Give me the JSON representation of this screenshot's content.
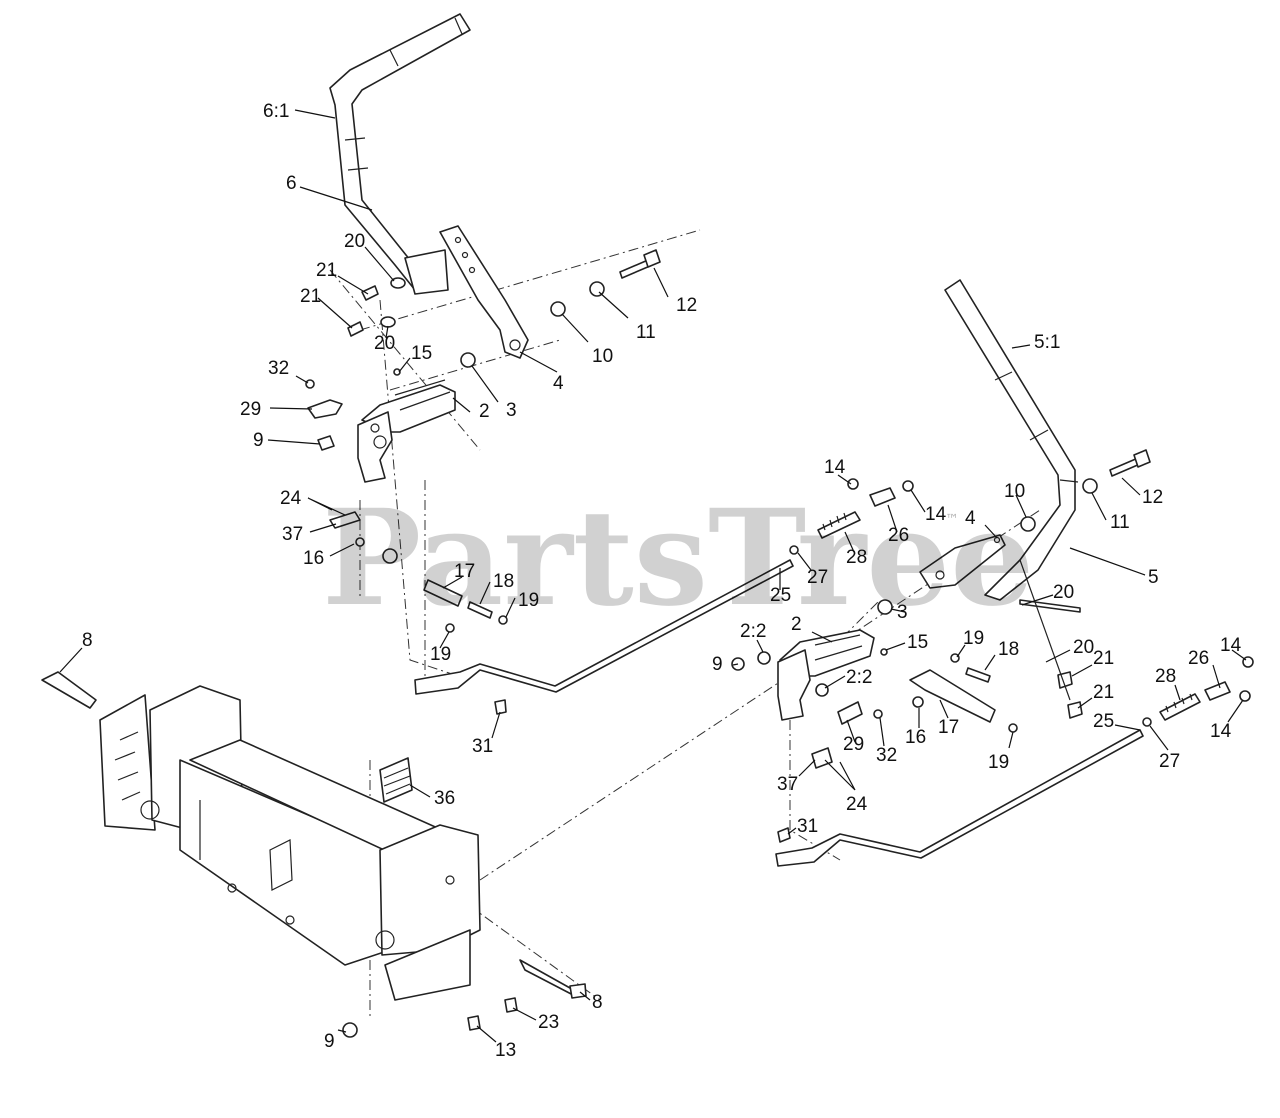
{
  "watermark": {
    "text": "PartsTree",
    "mark": "™"
  },
  "callouts": [
    "6:1",
    "6",
    "20",
    "21",
    "21",
    "20",
    "12",
    "11",
    "10",
    "4",
    "3",
    "15",
    "32",
    "29",
    "9",
    "2",
    "24",
    "37",
    "16",
    "17",
    "18",
    "19",
    "19",
    "14",
    "14",
    "26",
    "28",
    "27",
    "25",
    "10",
    "12",
    "11",
    "4",
    "5:1",
    "5",
    "20",
    "3",
    "15",
    "2",
    "2:2",
    "9",
    "2:2",
    "19",
    "18",
    "20",
    "21",
    "21",
    "29",
    "32",
    "16",
    "17",
    "19",
    "37",
    "24",
    "28",
    "26",
    "14",
    "14",
    "25",
    "27",
    "31",
    "31",
    "8",
    "36",
    "8",
    "23",
    "9",
    "13"
  ]
}
